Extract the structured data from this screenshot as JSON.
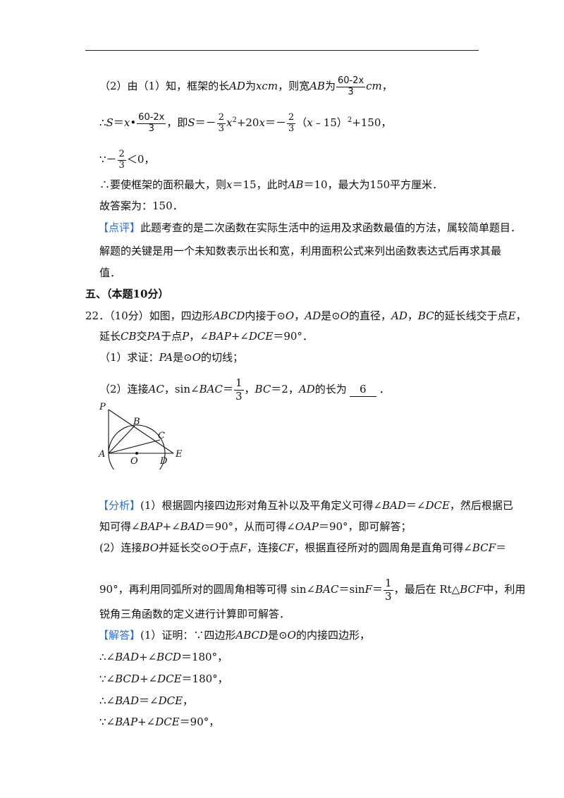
{
  "part2": {
    "l1": {
      "a": "（2）由（1）知，框架的长",
      "b": "AD",
      "c": "为",
      "d": "xcm",
      "e": "，则宽",
      "f": "AB",
      "g": "为",
      "num": "60-2x",
      "den": "3",
      "h": "cm",
      "i": "，"
    },
    "l2": {
      "a": "∴",
      "b": "S",
      "c": "＝",
      "d": "x",
      "e": "•",
      "num": "60-2x",
      "den": "3",
      "f": "，即",
      "g": "S",
      "h": "＝－",
      "num2": "2",
      "den2": "3",
      "i": "x",
      "j": "2",
      "k": "+20",
      "l": "x",
      "m": "＝－",
      "num3": "2",
      "den3": "3",
      "n": "（",
      "o": "x",
      "p": "﹣15）",
      "q": "2",
      "r": "+150，"
    },
    "l3": {
      "a": "∵－",
      "num": "2",
      "den": "3",
      "b": "＜0，"
    },
    "l4": {
      "a": "∴要使框架的面积最大，则",
      "b": "x",
      "c": "＝15，此时",
      "d": "AB",
      "e": "＝10，最大为150平方厘米．"
    },
    "l5": "故答案为：150．"
  },
  "comment": {
    "tag": "【点评】",
    "l1": "此题考查的是二次函数在实际生活中的运用及求函数最值的方法，属较简单题目．",
    "l2": "解题的关键是用一个未知数表示出长和宽，利用面积公式来列出函数表达式后再求其最",
    "l3": "值．"
  },
  "section": "五、（本题10分）",
  "q22": {
    "l1": {
      "a": "22．（10分）如图，四边形",
      "b": "ABCD",
      "c": "内接于⊙",
      "d": "O",
      "e": "，",
      "f": "AD",
      "g": "是⊙",
      "h": "O",
      "i": "的直径，",
      "j": "AD",
      "k": "，",
      "l": "BC",
      "m": "的延长线交于点",
      "n": "E",
      "o": "，"
    },
    "l2": {
      "a": "延长",
      "b": "CB",
      "c": "交",
      "d": "PA",
      "e": "于点",
      "f": "P",
      "g": "，∠",
      "h": "BAP",
      "i": "+∠",
      "j": "DCE",
      "k": "＝90°．"
    },
    "l3": {
      "a": "（1）求证：",
      "b": "PA",
      "c": "是⊙",
      "d": "O",
      "e": "的切线；"
    },
    "l4": {
      "a": "（2）连接",
      "b": "AC",
      "c": "，sin∠",
      "d": "BAC",
      "e": "＝",
      "num": "1",
      "den": "3",
      "f": "，",
      "g": "BC",
      "h": "＝2，",
      "i": "AD",
      "j": "的长为",
      "ans": "6",
      "k": "．"
    }
  },
  "figure": {
    "P": "P",
    "B": "B",
    "C": "C",
    "A": "A",
    "O": "O",
    "D": "D",
    "E": "E"
  },
  "analysis": {
    "tag": "【分析】",
    "l1": {
      "a": "(1）根据圆内接四边形对角互补以及平角定义可得∠",
      "b": "BAD",
      "c": "＝∠",
      "d": "DCE",
      "e": "，然后根据已"
    },
    "l2": {
      "a": "知可得∠",
      "b": "BAP",
      "c": "+∠",
      "d": "BAD",
      "e": "＝90°，从而可得∠",
      "f": "OAP",
      "g": "＝90°，即可解答；"
    },
    "l3": {
      "a": "(2）连接",
      "b": "BO",
      "c": "并延长交⊙",
      "d": "O",
      "e": "于点",
      "f": "F",
      "g": "，连接",
      "h": "CF",
      "i": "，根据直径所对的圆周角是直角可得∠",
      "j": "BCF",
      "k": "＝"
    },
    "l4": {
      "a": "90°，再利用同弧所对的圆周角相等可得 sin∠",
      "b": "BAC",
      "c": "＝sin",
      "d": "F",
      "e": "＝",
      "num": "1",
      "den": "3",
      "f": "，最后在 Rt△",
      "g": "BCF",
      "h": "中，利用"
    },
    "l5": "锐角三角函数的定义进行计算即可解答．"
  },
  "solution": {
    "tag": "【解答】",
    "l1": {
      "a": "(1）证明：∵四边形",
      "b": "ABCD",
      "c": "是⊙",
      "d": "O",
      "e": "的内接四边形，"
    },
    "l2": {
      "a": "∴∠",
      "b": "BAD",
      "c": "+∠",
      "d": "BCD",
      "e": "＝180°，"
    },
    "l3": {
      "a": "∵∠",
      "b": "BCD",
      "c": "+∠",
      "d": "DCE",
      "e": "＝180°，"
    },
    "l4": {
      "a": "∴∠",
      "b": "BAD",
      "c": "＝∠",
      "d": "DCE",
      "e": "，"
    },
    "l5": {
      "a": "∵∠",
      "b": "BAP",
      "c": "+∠",
      "d": "DCE",
      "e": "＝90°，"
    }
  }
}
